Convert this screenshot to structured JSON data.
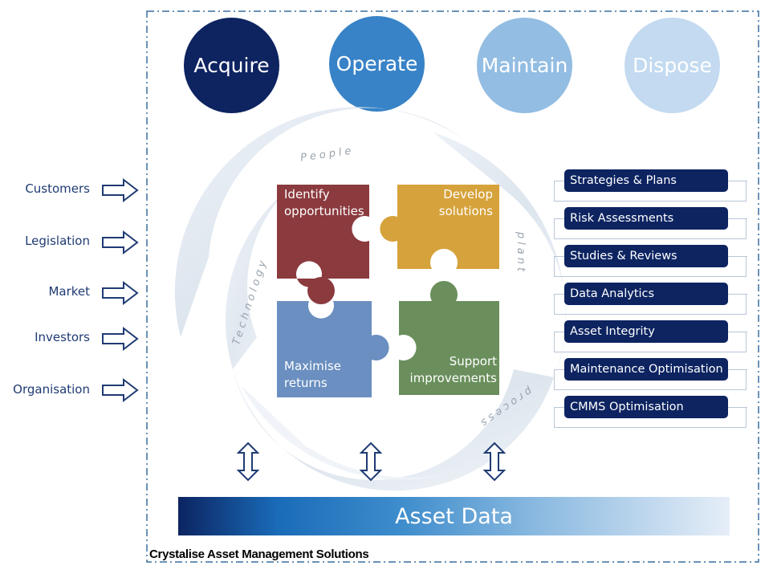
{
  "lifecycle_phases": [
    {
      "label": "Acquire",
      "color": "#0e2461"
    },
    {
      "label": "Operate",
      "color": "#3883c7"
    },
    {
      "label": "Maintain",
      "color": "#93bde2"
    },
    {
      "label": "Dispose",
      "color": "#c3daf0"
    }
  ],
  "drivers": [
    "Customers",
    "Legislation",
    "Market",
    "Investors",
    "Organisation"
  ],
  "ring_labels": {
    "people": "People",
    "plant": "plant",
    "process": "process",
    "technology": "Technology"
  },
  "puzzle": [
    {
      "line1": "Identify",
      "line2": "opportunities",
      "color": "#8b3a3e"
    },
    {
      "line1": "Develop",
      "line2": "solutions",
      "color": "#d6a23b"
    },
    {
      "line1": "Maximise",
      "line2": "returns",
      "color": "#6a8fc0"
    },
    {
      "line1": "Support",
      "line2": "improvements",
      "color": "#6a8f5c"
    }
  ],
  "services": [
    "Strategies & Plans",
    "Risk Assessments",
    "Studies & Reviews",
    "Data Analytics",
    "Asset Integrity",
    "Maintenance Optimisation",
    "CMMS Optimisation"
  ],
  "asset_data": "Asset Data",
  "footer": "Crystalise Asset Management Solutions",
  "colors": {
    "navy": "#0d2461",
    "frame_border": "#3a6e9e",
    "text_blue": "#1f3b73"
  }
}
